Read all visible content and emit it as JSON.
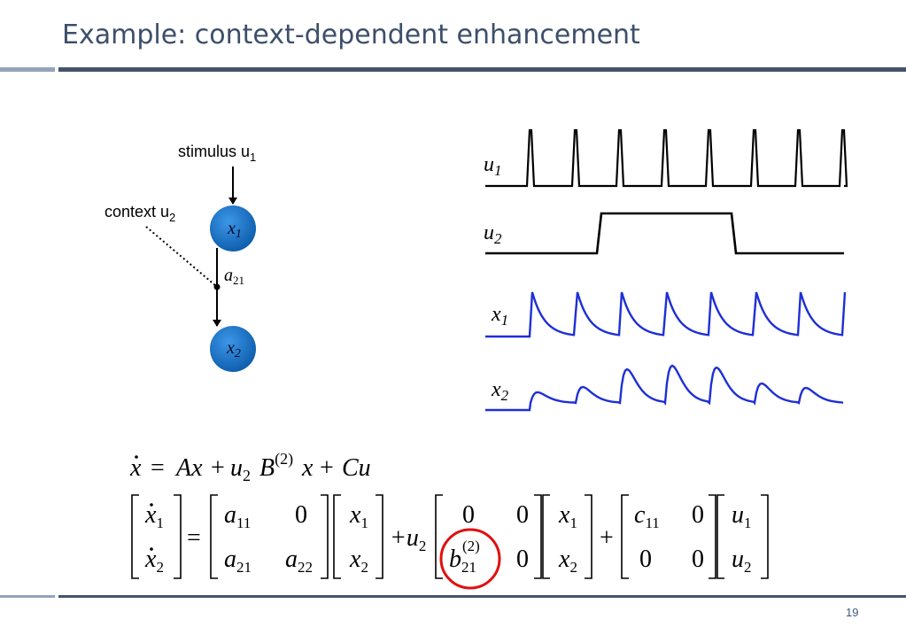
{
  "slide": {
    "title": "Example: context-dependent enhancement",
    "page_number": "19",
    "colors": {
      "title": "#3d4f6a",
      "bar_dark": "#44536b",
      "bar_light": "#93a3bd",
      "node": "#1a74c7",
      "trace": "#1e2fd6",
      "highlight": "#e01010"
    }
  },
  "diagram": {
    "stimulus_text": "stimulus u",
    "stimulus_sub": "1",
    "context_text": "context u",
    "context_sub": "2",
    "node1_label": "x",
    "node1_sub": "1",
    "node2_label": "x",
    "node2_sub": "2",
    "edge_label": "a",
    "edge_sub": "21"
  },
  "traces": {
    "u1_label": "u",
    "u1_sub": "1",
    "u2_label": "u",
    "u2_sub": "2",
    "x1_label": "x",
    "x1_sub": "1",
    "x2_label": "x",
    "x2_sub": "2"
  },
  "equations": {
    "eq1": {
      "xdot": "x",
      "eq": "=",
      "A": "Ax",
      "plus1": "+",
      "u": "u",
      "u_sub": "2",
      "B": "B",
      "B_sup": "(2)",
      "x": "x",
      "plus2": "+",
      "Cu": "Cu"
    },
    "eq2": {
      "lhs": {
        "r1": "x",
        "r1_sub": "1",
        "r2": "x",
        "r2_sub": "2"
      },
      "eq": "=",
      "A": {
        "a11": "a",
        "a11_sub": "11",
        "a12": "0",
        "a21": "a",
        "a21_sub": "21",
        "a22": "a",
        "a22_sub": "22"
      },
      "xvec1": {
        "r1": "x",
        "r1_sub": "1",
        "r2": "x",
        "r2_sub": "2"
      },
      "plus_u": "+u",
      "plus_u_sub": "2",
      "B": {
        "b11": "0",
        "b12": "0",
        "b21": "b",
        "b21_sub": "21",
        "b21_sup": "(2)",
        "b22": "0"
      },
      "xvec2": {
        "r1": "x",
        "r1_sub": "1",
        "r2": "x",
        "r2_sub": "2"
      },
      "plus": "+",
      "C": {
        "c11": "c",
        "c11_sub": "11",
        "c12": "0",
        "c21": "0",
        "c22": "0"
      },
      "uvec": {
        "r1": "u",
        "r1_sub": "1",
        "r2": "u",
        "r2_sub": "2"
      }
    }
  }
}
